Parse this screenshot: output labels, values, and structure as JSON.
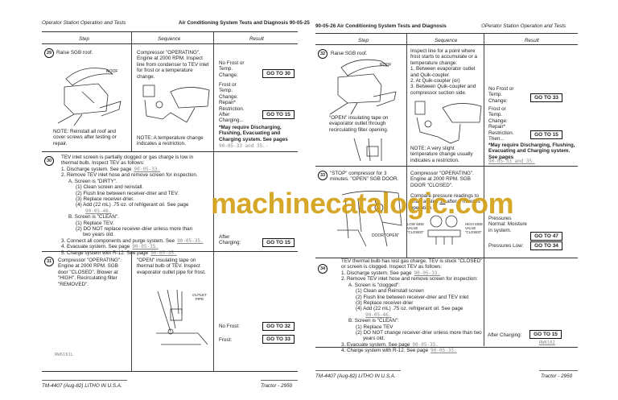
{
  "left_page": {
    "header_left": "Operator Station Operation and Tests",
    "header_right": "Air Conditioning System Tests and Diagnosis   90-05-25",
    "columns": [
      "Step",
      "Sequence",
      "Result"
    ],
    "step29": {
      "number": "29",
      "step": "Raise SGB roof.",
      "roof_label": "ROOF",
      "step_note": "NOTE: Reinstall all roof and cover screws after testing or repair.",
      "sequence": "Compressor \"OPERATING\". Engine at 2000 RPM. Inspect line from condenser to TEV inlet for frost or a temperature change.",
      "sequence_note": "NOTE: A temperature change indicates a restriction.",
      "result1": "No Frost or Temp. Change:",
      "goto1": "GO TO 30",
      "result2": "Frost or Temp. Change: Repair* Restriction. After Charging...",
      "goto2": "GO TO 15",
      "footnote": "*May require Discharging, Flushing, Evacuating and Charging system. See pages",
      "footnote_ref": "90-05-33 and 35.-"
    },
    "step30": {
      "number": "30",
      "lines": [
        "TEV inlet screen is partially clogged or gas charge is low in",
        "thermal bulb. Inspect TEV as follows:"
      ],
      "items": [
        {
          "text": "1. Discharge system. See page",
          "ref": "90-05-33."
        },
        {
          "text": "2. Remove TEV inlet hose and remove screen for inspection.",
          "ref": ""
        },
        {
          "text": "A.  Screen is \"DIRTY\".",
          "ref": "",
          "indent": 1
        },
        {
          "text": "(1) Clean screen and reinstall.",
          "ref": "",
          "indent": 2
        },
        {
          "text": "(2) Flush line between receiver-drier and TEV.",
          "ref": "",
          "indent": 2
        },
        {
          "text": "(3) Replace receiver-drier.",
          "ref": "",
          "indent": 2
        },
        {
          "text": "(4) Add (22 mL) .75 oz. of refrigerant oil. See page",
          "ref": "",
          "indent": 2
        },
        {
          "text": "",
          "ref": "90-05-46.",
          "indent": 3
        },
        {
          "text": "B.  Screen is \"CLEAN\".",
          "ref": "",
          "indent": 1
        },
        {
          "text": "(1) Replace TEV.",
          "ref": "",
          "indent": 2
        },
        {
          "text": "(2) DO NOT replace receiver-drier unless more than",
          "ref": "",
          "indent": 2
        },
        {
          "text": "two years old.",
          "ref": "",
          "indent": 3
        },
        {
          "text": "3. Connect all components and purge system. See",
          "ref": "90-05-35."
        },
        {
          "text": "4. Evacuate system. See page",
          "ref": "90-05-35."
        },
        {
          "text": "5. Charge system with R-12. See page",
          "ref": "90-05-35."
        }
      ],
      "result": "After Charging:",
      "goto": "GO TO 15"
    },
    "step31": {
      "number": "31",
      "step": "Compressor \"OPERATING\". Engine at 2000 RPM. SGB door \"CLOSED\". Blower at \"HIGH\". Recirculating filter \"REMOVED\".",
      "sequence": "\"OPEN\" insulating tape on thermal bulb of TEV. Inspect evaporator outlet pipe for frost.",
      "outlet_label": "OUTLET PIPE",
      "result1": "No Frost:",
      "goto1": "GO TO 32",
      "result2": "Frost:",
      "goto2": "GO TO 33",
      "figure_ref": "RW6161L"
    },
    "footer_left": "TM-4407 (Aug-82)   LITHO IN U.S.A.",
    "footer_right": "Tractor - 2950"
  },
  "right_page": {
    "header_left": "90-05-26   Air Conditioning System Tests and Diagnosis",
    "header_right": "OPerator Station Operation and Tests",
    "columns": [
      "Step",
      "Sequence",
      "Result"
    ],
    "step32": {
      "number": "32",
      "step": "Raise SGB roof.",
      "roof_label": "ROOF",
      "step_note": "\"OPEN\" insulating tape on evaporator outlet through recirculating filter opening.",
      "sequence_lines": [
        "Inspect line for a point where frost starts to accumulate or a temperature change:",
        "1. Between evaporator outlet and Quik-coupler",
        "2. At Quik-coupler (or)",
        "3. Between Quik-coupler and compressor suction side."
      ],
      "sequence_note": "NOTE: A very slight temperature change usually indicates a restriction.",
      "result1": "No Frost or Temp. Change:",
      "goto1": "GO TO 33",
      "result2": "Frost or Temp. Change: Repair* Restriction. Then...",
      "goto2": "GO TO 15",
      "footnote": "*May require Discharging, Flushing, Evacuating and Charging system. See pages",
      "footnote_ref": "90-05-33 and 35."
    },
    "step33": {
      "number": "33",
      "step": "\"STOP\" compressor for 3 minutes. \"OPEN\" SGB DOOR.",
      "door_label": "DOOR \"OPEN\"",
      "sequence1": "Compressor \"OPERATING\". Engine at 2000 RPM. SGB DOOR \"CLOSED\".",
      "sequence2_a": "Compare pressure readings to chart at step",
      "sequence2_step": "15",
      "sequence2_b": "after 2 minutes operation.",
      "low_label": "LOW SIDE VALVE \"CLOSED\"",
      "high_label": "HIGH SIDE VALVE \"CLOSED\"",
      "result1": "Pressures Normal: Moisture in system.",
      "goto1": "GO TO 47",
      "result2": "Pressures Low:",
      "goto2": "GO TO 34"
    },
    "step34": {
      "number": "34",
      "lines": [
        "TEV thermal bulb has lost gas charge, TEV is stuck \"CLOSED\"",
        "or screen is clogged. Inspect TEV as follows:"
      ],
      "items": [
        {
          "text": "1. Discharge system. See page",
          "ref": "90-05-33."
        },
        {
          "text": "2. Remove TEV inlet hose and remove screen for inspection:",
          "ref": ""
        },
        {
          "text": "A.  Screen is \"clogged\":",
          "ref": "",
          "indent": 1
        },
        {
          "text": "(1) Clean and Reinstall screen",
          "ref": "",
          "indent": 2
        },
        {
          "text": "(2) Flush line between receiver-drier and TEV inlet",
          "ref": "",
          "indent": 2
        },
        {
          "text": "(3) Replace receiver-drier",
          "ref": "",
          "indent": 2
        },
        {
          "text": "(4) Add (22 mL) .75 oz. refrigerant oil. See page",
          "ref": "",
          "indent": 2
        },
        {
          "text": "",
          "ref": "90-05-46.",
          "indent": 3
        },
        {
          "text": "B.  Screen is \"CLEAN\":",
          "ref": "",
          "indent": 1
        },
        {
          "text": "(1) Replace TEV",
          "ref": "",
          "indent": 2
        },
        {
          "text": "(2) DO NOT change receiver-drier unless more than two",
          "ref": "",
          "indent": 2
        },
        {
          "text": "years old.",
          "ref": "",
          "indent": 3
        },
        {
          "text": "3. Evacuate system. See page",
          "ref": "90-05-35."
        },
        {
          "text": "4. Charge system with R-12. See page",
          "ref": "90-05-35."
        }
      ],
      "result": "After Charging:",
      "goto": "GO TO 15",
      "figure_ref": "RW6162"
    },
    "footer_left": "TM-4407 (Aug-82)   LITHO IN U.S.A.",
    "footer_right": "Tractor - 2950"
  },
  "watermark": "machinecatalogic.com",
  "colors": {
    "watermark": "#d4a017",
    "ink": "#222222"
  }
}
